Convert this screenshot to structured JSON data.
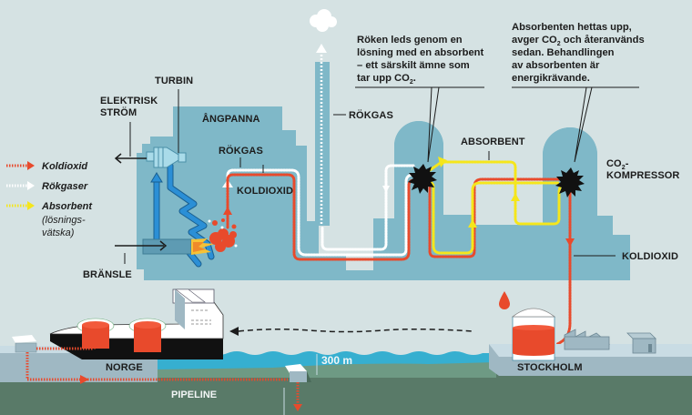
{
  "labels": {
    "turbin": "TURBIN",
    "elektrisk_strom_1": "ELEKTRISK",
    "elektrisk_strom_2": "STRÖM",
    "angpanna": "ÅNGPANNA",
    "rokgas_inner": "RÖKGAS",
    "koldioxid_inner": "KOLDIOXID",
    "bransle": "BRÄNSLE",
    "rokgas_chimney": "RÖKGAS",
    "absorbent": "ABSORBENT",
    "co2_kompressor_1": "CO",
    "co2_kompressor_sub": "2",
    "co2_kompressor_dash": "-",
    "co2_kompressor_2": "KOMPRESSOR",
    "koldioxid_out": "KOLDIOXID",
    "norge": "NORGE",
    "stockholm": "STOCKHOLM",
    "pipeline": "PIPELINE",
    "depth": "300 m"
  },
  "notes": {
    "absorber": {
      "line1": "Röken leds genom en",
      "line2": "lösning med en absorbent",
      "line3": "– ett särskilt ämne som",
      "line4_pre": "tar upp CO",
      "line4_sub": "2",
      "line4_post": "."
    },
    "desorber": {
      "line1": "Absorbenten hettas upp,",
      "line2_pre": "avger CO",
      "line2_sub": "2",
      "line2_post": " och återanvänds",
      "line3": "sedan. Behandlingen",
      "line4": "av absorbenten är",
      "line5": "energikrävande."
    }
  },
  "legend": {
    "items": [
      {
        "label": "Koldioxid",
        "color": "#e84a2c"
      },
      {
        "label": "Rökgaser",
        "color": "#ffffff"
      },
      {
        "label": "Absorbent",
        "color": "#f5e61b"
      }
    ],
    "absorbent_extra_1": "(lösnings-",
    "absorbent_extra_2": "vätska)"
  },
  "colors": {
    "background": "#d5e2e3",
    "building": "#7fb8c8",
    "co2": "#e84a2c",
    "flue_gas": "#ffffff",
    "absorbent": "#f5e61b",
    "steam_pipe": "#2b8fd6",
    "sea": "#36afd0",
    "seabed": "#6e9a84",
    "ground": "#597a68",
    "quay": "#9fb8c3"
  }
}
